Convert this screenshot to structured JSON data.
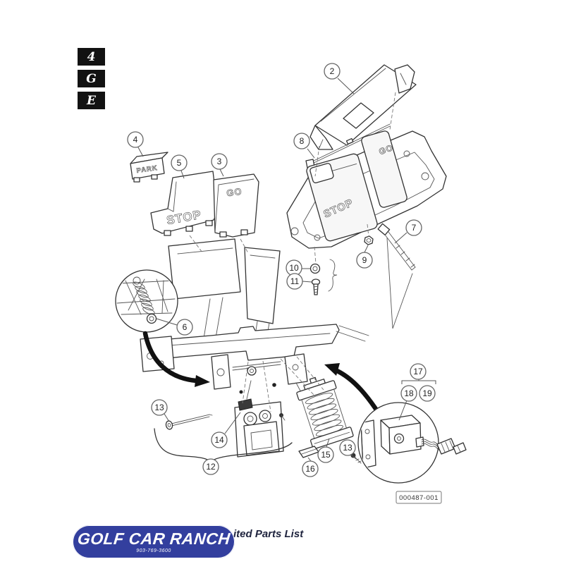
{
  "tabs": {
    "items": [
      "4",
      "G",
      "E"
    ]
  },
  "colors": {
    "tab_bg": "#121212",
    "logo_bg": "#333f9e",
    "logo_text": "#ffffff",
    "ink": "#333333"
  },
  "diagram": {
    "callouts": {
      "c2": "2",
      "c3": "3",
      "c4": "4",
      "c5": "5",
      "c6": "6",
      "c7": "7",
      "c8": "8",
      "c9": "9",
      "c10": "10",
      "c11": "11",
      "c12": "12",
      "c13a": "13",
      "c13b": "13",
      "c14": "14",
      "c15": "15",
      "c16": "16",
      "c17": "17",
      "c18": "18",
      "c19": "19"
    },
    "labels": {
      "park_pad": "PARK",
      "stop_pad": "STOP",
      "go_pad": "GO",
      "stop_pedal": "STOP",
      "go_pedal": "GO"
    },
    "part_number": "000487-001"
  },
  "footer": {
    "caption": "ited Parts List",
    "logo_text": "GOLF CAR RANCH",
    "logo_phone": "903-769-3600"
  }
}
